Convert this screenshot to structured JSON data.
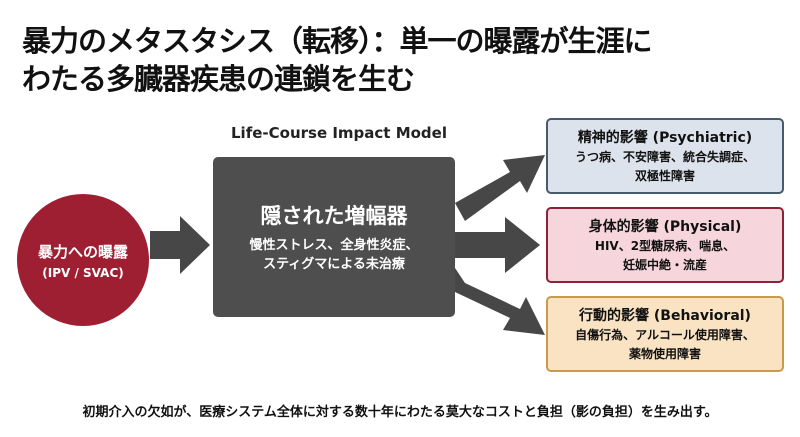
{
  "title": {
    "line1": "暴力のメタスタシス（転移）：単一の曝露が生涯に",
    "line2": "わたる多臓器疾患の連鎖を生む"
  },
  "model_label": "Life-Course Impact Model",
  "exposure": {
    "label": "暴力への曝露",
    "sub": "(IPV / SVAC)"
  },
  "amplifier": {
    "title": "隠された増幅器",
    "line1": "慢性ストレス、全身性炎症、",
    "line2": "スティグマによる未治療"
  },
  "outcomes": [
    {
      "title": "精神的影響 (Psychiatric)",
      "line1": "うつ病、不安障害、統合失調症、",
      "line2": "双極性障害"
    },
    {
      "title": "身体的影響 (Physical)",
      "line1": "HIV、2型糖尿病、喘息、",
      "line2": "妊娠中絶・流産"
    },
    {
      "title": "行動的影響 (Behavioral)",
      "line1": "自傷行為、アルコール使用障害、",
      "line2": "薬物使用障害"
    }
  ],
  "footer": "初期介入の欠如が、医療システム全体に対する数十年にわたる莫大なコストと負担（影の負担）を生み出す。",
  "colors": {
    "exposure": "#9e1f32",
    "amplifier": "#4e4e4e",
    "arrow": "#474747",
    "psychiatric_bg": "#dde3ec",
    "physical_bg": "#f6d6dc",
    "behavioral_bg": "#f9e3c3"
  }
}
